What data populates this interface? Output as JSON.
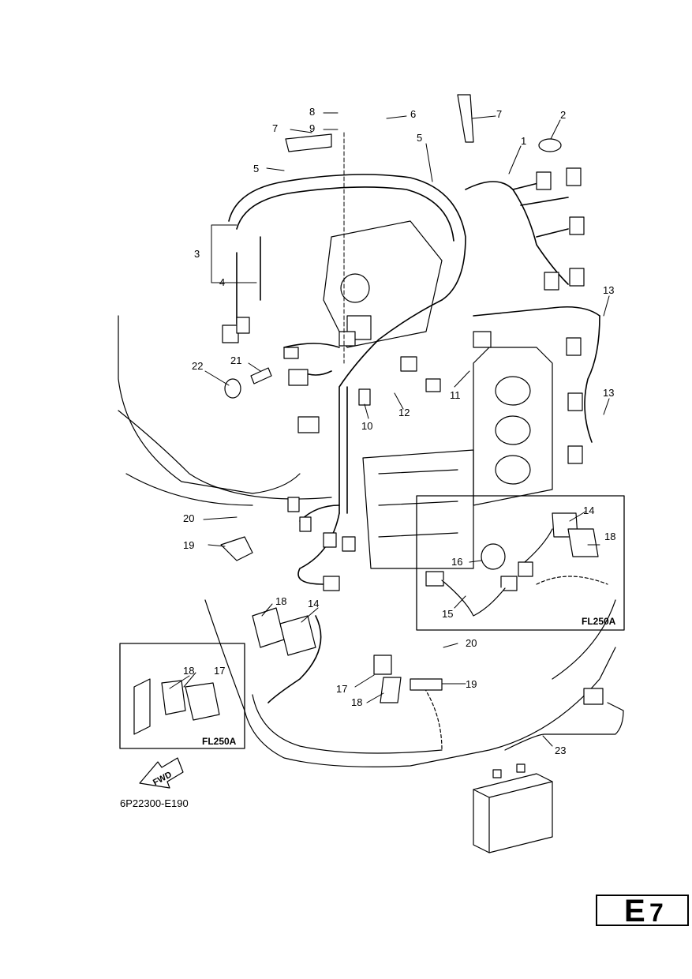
{
  "part_labels": [
    "1",
    "2",
    "3",
    "4",
    "5",
    "5",
    "6",
    "7",
    "7",
    "8",
    "9",
    "10",
    "11",
    "12",
    "13",
    "13",
    "14",
    "14",
    "15",
    "16",
    "17",
    "17",
    "18",
    "18",
    "18",
    "18",
    "19",
    "19",
    "20",
    "20",
    "21",
    "22",
    "23"
  ],
  "insets": {
    "upper_right_label": "FL250A",
    "lower_left_label": "FL250A"
  },
  "fwd_label": "FWD",
  "drawing_code": "6P22300-E190",
  "section": {
    "letter": "E",
    "number": "7"
  }
}
